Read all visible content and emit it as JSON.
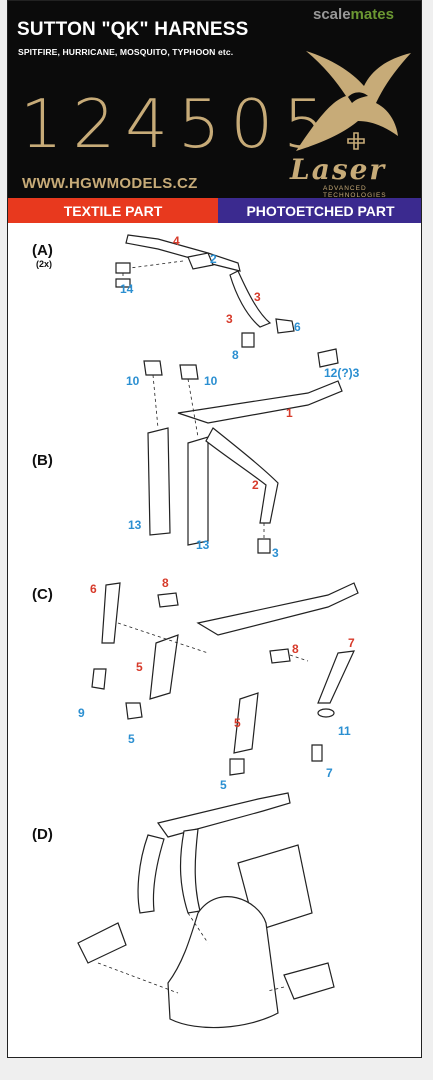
{
  "header": {
    "title": "SUTTON \"QK\" HARNESS",
    "subtitle": "SPITFIRE, HURRICANE, MOSQUITO, TYPHOON etc.",
    "code": "124505",
    "url": "WWW.HGWMODELS.CZ",
    "brand": "Laser",
    "brand_sub": "ADVANCED TECHNOLOGIES",
    "watermark_a": "scale",
    "watermark_b": "mates"
  },
  "bars": {
    "left": "TEXTILE PART",
    "right": "PHOTOETCHED PART"
  },
  "colors": {
    "textile": "#e8391e",
    "photoetched": "#3b2a8f",
    "gold": "#c7ab78",
    "red_number": "#d73a2a",
    "blue_number": "#2b8fd1"
  },
  "sections": {
    "a": {
      "label": "(A)",
      "sub": "(2x)"
    },
    "b": {
      "label": "(B)"
    },
    "c": {
      "label": "(C)"
    },
    "d": {
      "label": "(D)"
    }
  },
  "parts": {
    "a": {
      "n4": "4",
      "n2": "2",
      "n14": "14",
      "n3a": "3",
      "n3b": "3",
      "n6": "6",
      "n8": "8"
    },
    "b": {
      "n10a": "10",
      "n10b": "10",
      "n12": "12(?)3",
      "n1": "1",
      "n2": "2",
      "n13a": "13",
      "n13b": "13",
      "n3": "3"
    },
    "c": {
      "n6": "6",
      "n8a": "8",
      "n8b": "8",
      "n7": "7",
      "n5a": "5",
      "n5b": "5",
      "n5c": "5",
      "n5d": "5",
      "n9": "9",
      "n11": "11",
      "n7b": "7"
    }
  }
}
